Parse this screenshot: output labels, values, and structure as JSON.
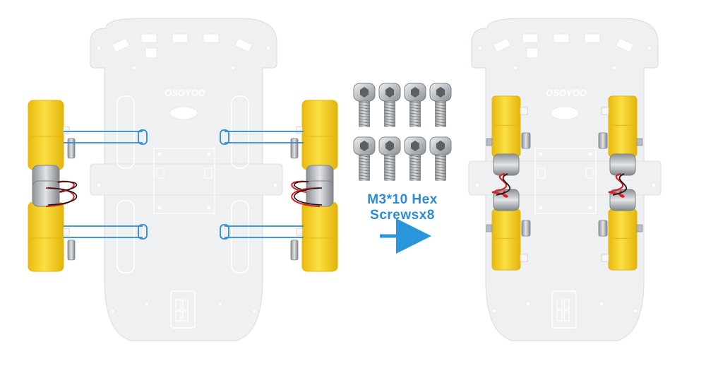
{
  "brand": "OSOYOO",
  "caption": {
    "line1": "M3*10 Hex",
    "line2": "Screwsx8"
  },
  "screws": {
    "count": 8
  },
  "colors": {
    "plate": "#eef0f2",
    "plate_edge": "#d4d8dc",
    "motor_yellow": "#f6d314",
    "motor_yellow_dark": "#e2b70a",
    "steel": "#b8bcc0",
    "steel_dark": "#7d8287",
    "wire_red": "#d81f26",
    "wire_black": "#1a1a1a",
    "guide_blue": "#2c8ad6",
    "arrow_blue": "#2a96dc"
  },
  "icons": {
    "screw": "hex-socket-screw-icon",
    "arrow": "right-arrow-icon",
    "motor": "gear-motor-icon"
  }
}
